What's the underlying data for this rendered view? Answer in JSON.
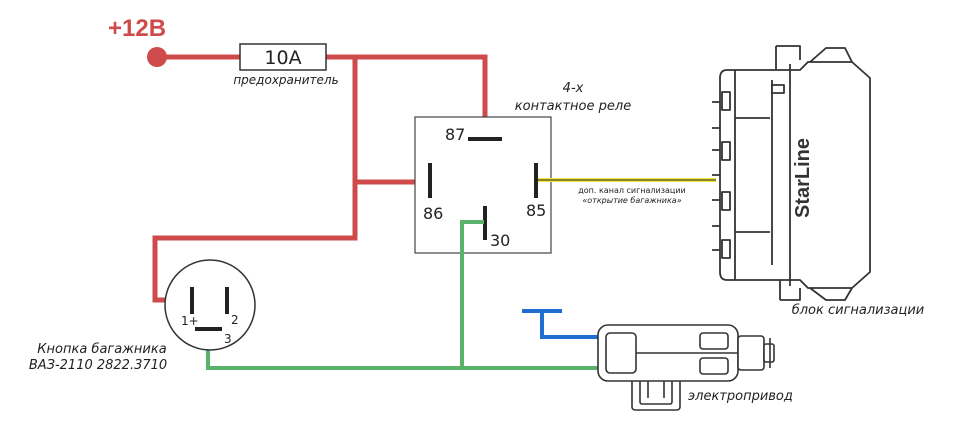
{
  "power": {
    "label": "+12В"
  },
  "fuse": {
    "rating": "10A",
    "caption": "предохранитель"
  },
  "relay": {
    "caption_line1": "4-х",
    "caption_line2": "контактное реле",
    "pins": {
      "p87": "87",
      "p86": "86",
      "p85": "85",
      "p30": "30"
    }
  },
  "signal_channel": {
    "line1": "доп. канал сигнализации",
    "line2": "«открытие багажника»"
  },
  "alarm": {
    "brand": "StarLine",
    "caption": "блок сигнализации"
  },
  "button": {
    "caption_line1": "Кнопка багажника",
    "caption_line2": "ВАЗ-2110 2822.3710",
    "pins": {
      "p1": "1+",
      "p2": "2",
      "p3": "3"
    }
  },
  "actuator": {
    "caption": "электропривод"
  },
  "colors": {
    "red": "#cf4a4a",
    "green": "#5bb26a",
    "yellow": "#f1e63a",
    "blue": "#1f6fd1",
    "outline": "#333333"
  }
}
